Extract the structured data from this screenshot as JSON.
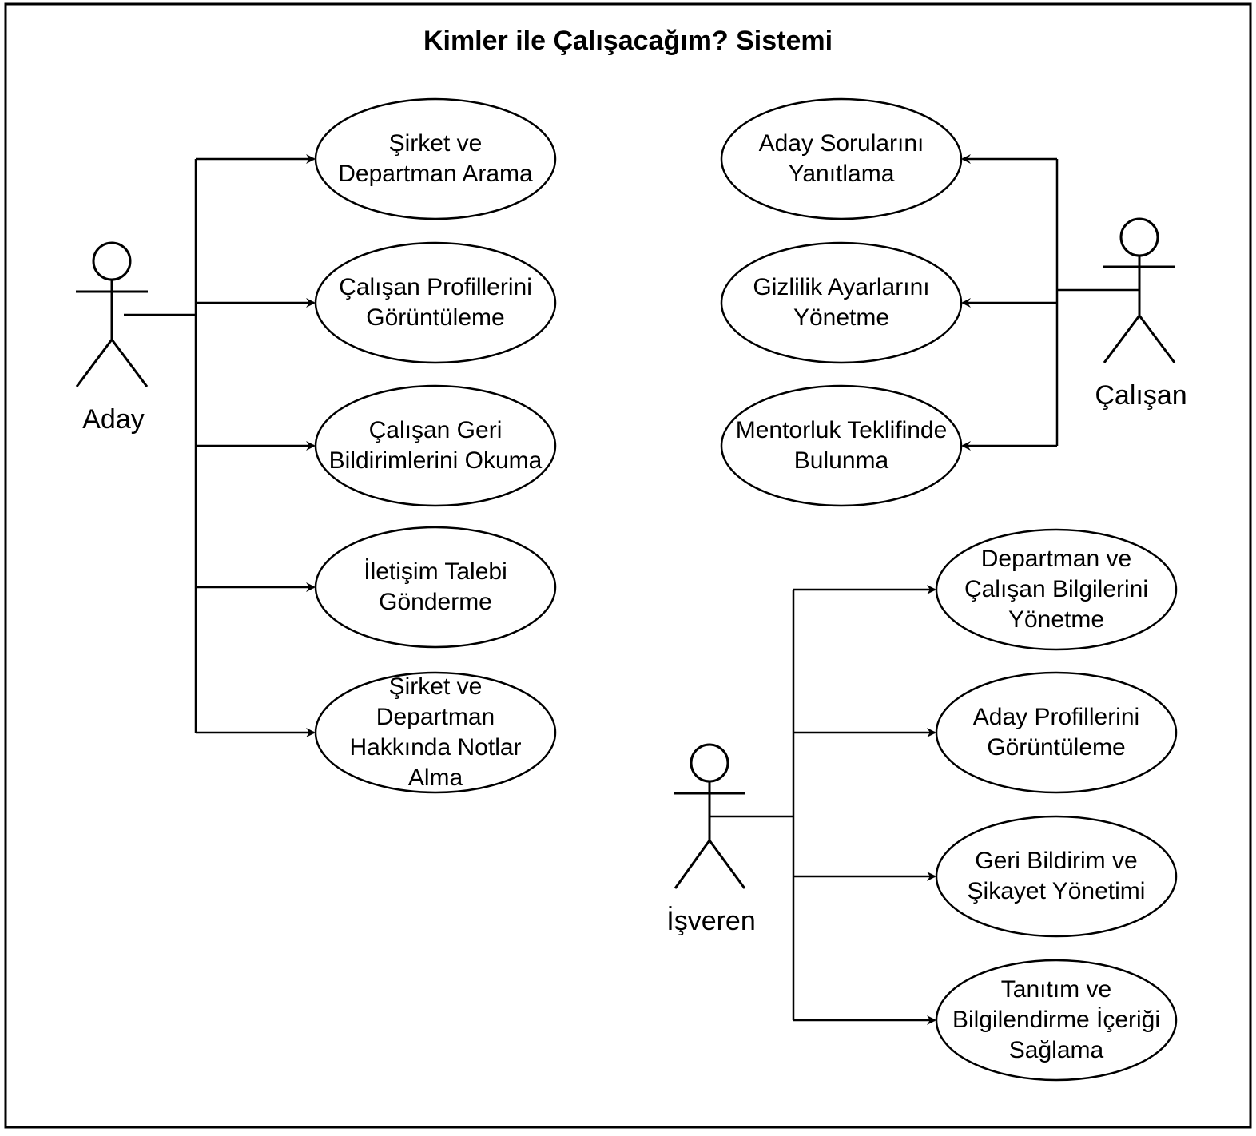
{
  "diagram": {
    "title": "Kimler ile Çalışacağım? Sistemi",
    "actors": {
      "aday": "Aday",
      "calisan": "Çalışan",
      "isveren": "İşveren"
    },
    "use_cases": {
      "sirket_departman_arama": "Şirket ve\nDepartman Arama",
      "calisan_profilleri": "Çalışan Profillerini\nGörüntüleme",
      "calisan_geri_bildirim": "Çalışan Geri\nBildirimlerini Okuma",
      "iletisim_talebi": "İletişim Talebi\nGönderme",
      "notlar_alma": "Şirket ve\nDepartman\nHakkında Notlar\nAlma",
      "aday_sorulari": "Aday Sorularını\nYanıtlama",
      "gizlilik": "Gizlilik Ayarlarını\nYönetme",
      "mentorluk": "Mentorluk Teklifinde\nBulunma",
      "departman_calisan_bilgi": "Departman ve\nÇalışan Bilgilerini\nYönetme",
      "aday_profilleri": "Aday Profillerini\nGörüntüleme",
      "geri_bildirim_sikayet": "Geri Bildirim ve\nŞikayet Yönetimi",
      "tanitim": "Tanıtım ve\nBilgilendirme İçeriği\nSağlama"
    }
  }
}
